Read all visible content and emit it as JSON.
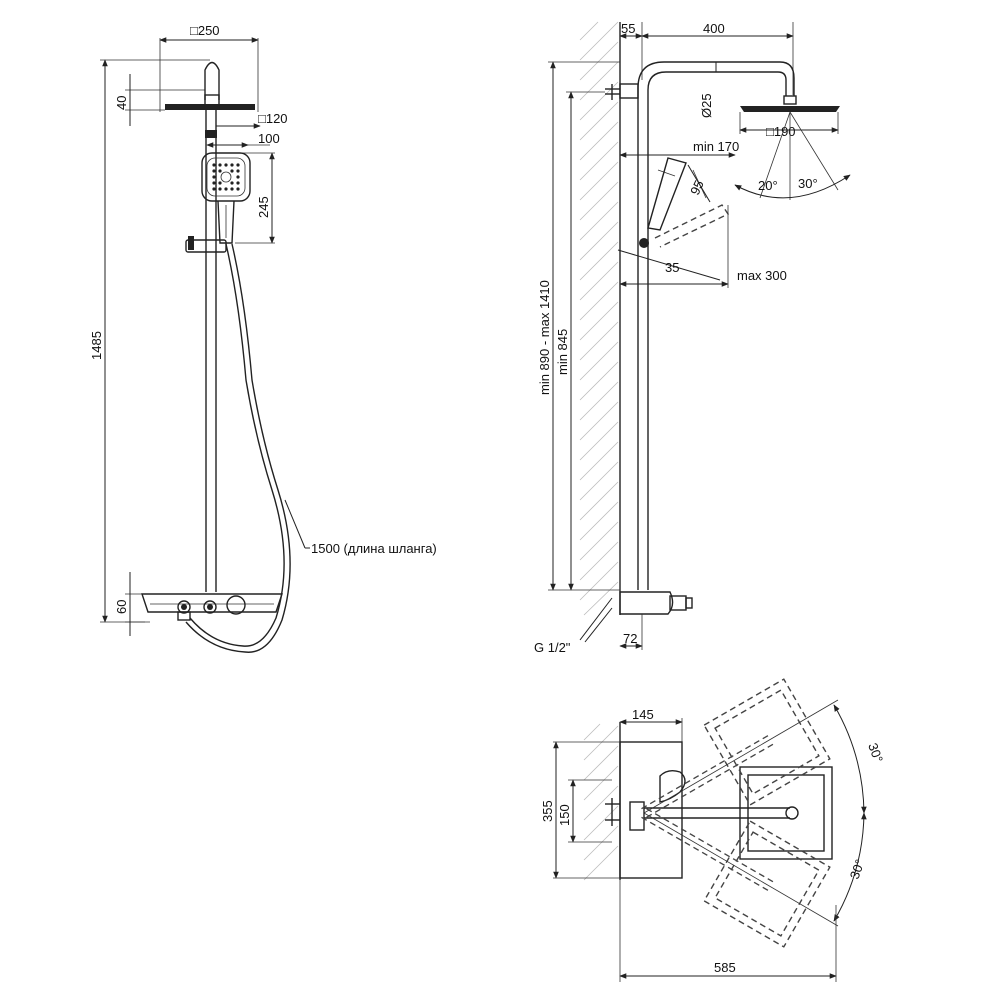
{
  "front_view": {
    "head_width": "□250",
    "head_height": "40",
    "hand_square": "□120",
    "hand_width": "100",
    "hand_height": "245",
    "total_height": "1485",
    "hose_length": "1500 (длина шланга)",
    "mixer_height": "60"
  },
  "side_view": {
    "wall_offset": "55",
    "arm_reach": "400",
    "pipe_diameter": "Ø25",
    "head_square": "□190",
    "hand_min_reach": "min 170",
    "hand_angle_size": "95",
    "hand_offset": "35",
    "hand_max_reach": "max 300",
    "height_range": "min 890 - max 1410",
    "min_height": "min 845",
    "angle_left": "20°",
    "angle_right": "30°",
    "thread": "G 1/2\"",
    "mixer_depth": "72"
  },
  "top_view": {
    "depth": "145",
    "width": "355",
    "inlet_spacing": "150",
    "rotation_up": "30°",
    "rotation_down": "30°",
    "total_reach": "585"
  }
}
